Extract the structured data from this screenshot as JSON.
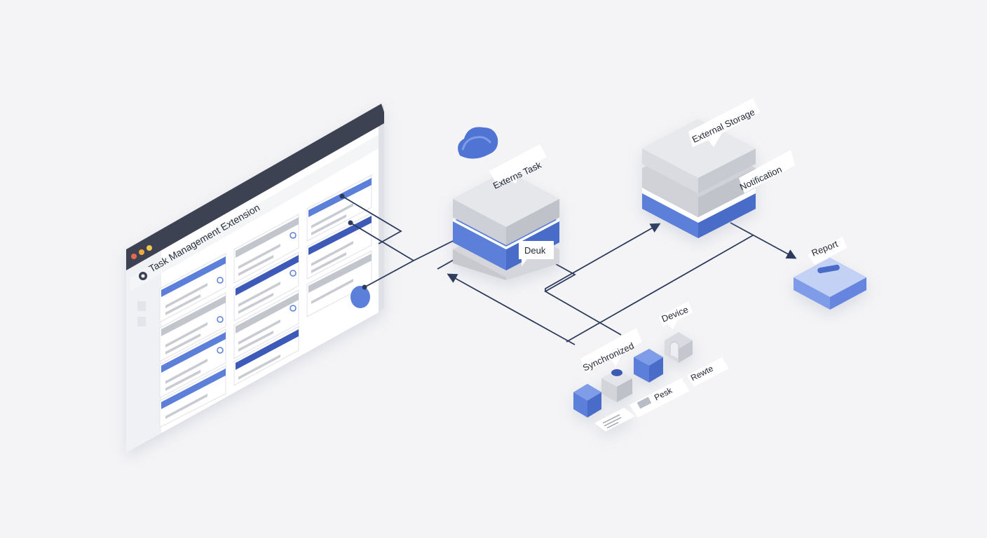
{
  "browser": {
    "title": "Task Management Extension"
  },
  "nodes": {
    "extern_task": {
      "label": "Externs Task"
    },
    "desk": {
      "label": "Deuk"
    },
    "external_storage": {
      "label": "External Storage"
    },
    "notification": {
      "label": "Notification"
    },
    "report": {
      "label": "Report"
    },
    "synchronized": {
      "label": "Synchronized"
    },
    "device": {
      "label": "Device"
    },
    "pesk": {
      "label": "Pesk"
    },
    "rewte": {
      "label": "Rewte"
    }
  },
  "colors": {
    "background": "#f4f4f6",
    "accent_blue": "#5b7fd9",
    "dark_blue": "#3d5ab8",
    "line": "#2c3a5c",
    "title_bar": "#3c4252",
    "block_gray": "#d7d9de"
  },
  "icons": {
    "cloud": "cloud-icon",
    "browser_logo": "browser-logo-icon",
    "report_block": "report-block-icon",
    "document": "document-icon"
  }
}
